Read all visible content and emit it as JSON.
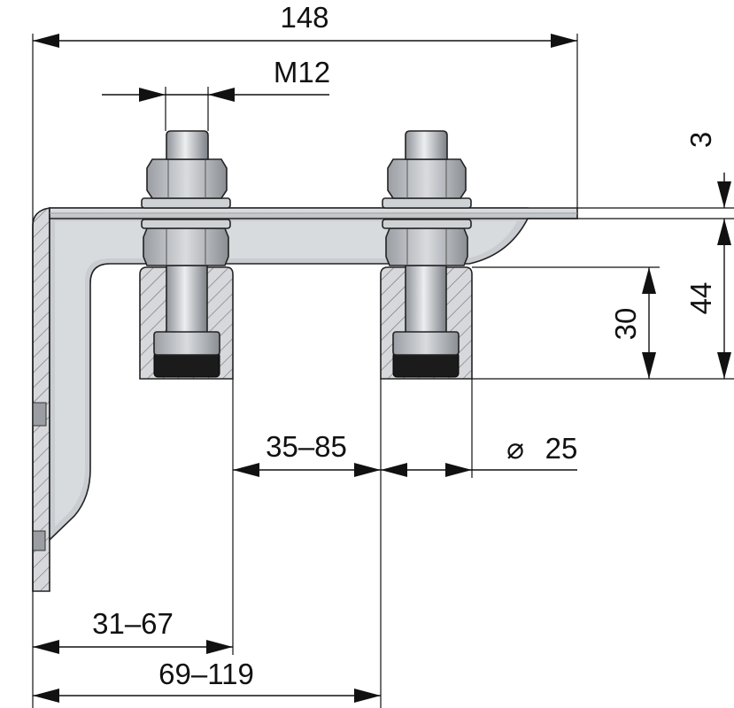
{
  "dimensions": {
    "overall_width": "148",
    "thread": "M12",
    "plate_thickness": "3",
    "bracket_height": "44",
    "roller_height": "30",
    "roller_diameter_symbol": "⌀",
    "roller_diameter": "25",
    "roller_spacing": "35–85",
    "inner_offset": "31–67",
    "outer_offset": "69–119"
  },
  "colors": {
    "line": "#111111",
    "steel": "#c8cacd",
    "steel_light": "#e1e3e6",
    "steel_dark": "#8f9398",
    "rubber": "#1a1a1a"
  }
}
